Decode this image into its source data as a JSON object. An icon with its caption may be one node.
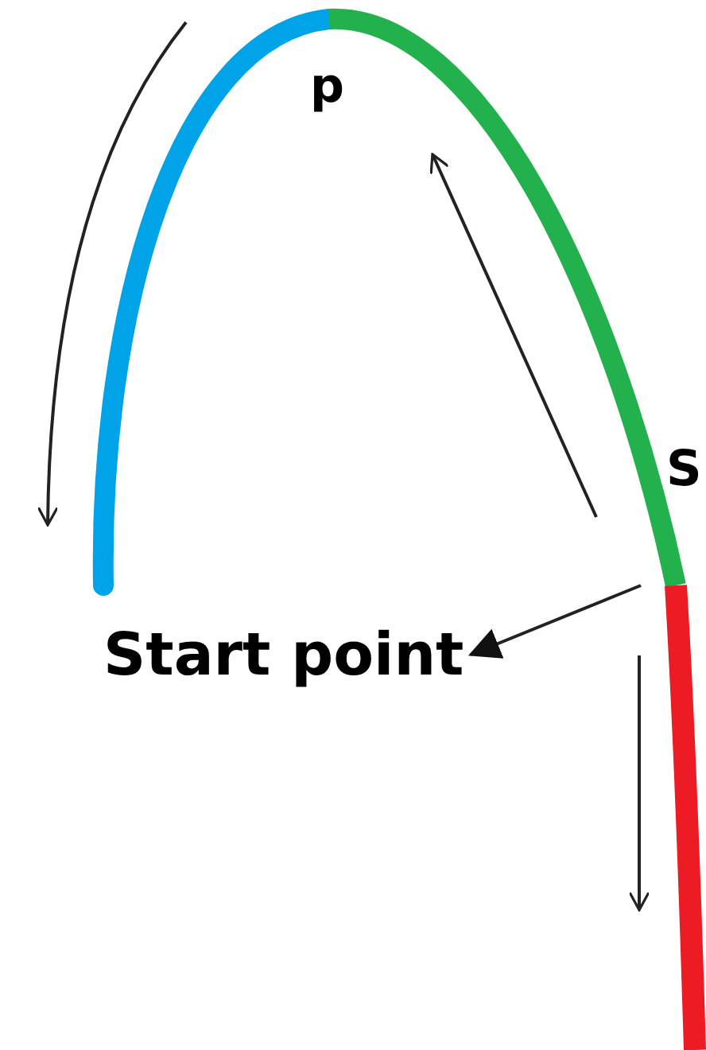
{
  "diagram": {
    "nodes": [
      {
        "text": [
          "Start point"
        ]
      },
      {
        "text": [],
        "shape": "curve"
      }
    ],
    "edges": [
      {
        "from": 1,
        "to": 0,
        "arrow": "to"
      }
    ],
    "labels": [
      "p",
      "S"
    ]
  }
}
